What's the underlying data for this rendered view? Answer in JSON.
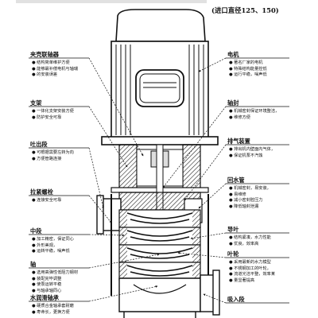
{
  "header_note": "(进口直径125、150)",
  "labels": {
    "coupling": {
      "title": "夹壳联轴器",
      "notes": [
        "结构简单维护方便",
        "能够最补偿电机与轴瑞",
        "的安装误差"
      ]
    },
    "motor": {
      "title": "电机",
      "notes": [
        "著名厂家的电机",
        "特殊结构能量控低",
        "运行平稳，噪声低"
      ]
    },
    "bracket": {
      "title": "支架",
      "notes": [
        "一体化支架安装方便",
        "防护安全可靠"
      ]
    },
    "seal": {
      "title": "轴封",
      "notes": [
        "机械密封保证环境整洁，",
        "维修方便"
      ]
    },
    "outlet": {
      "title": "吐出段",
      "notes": [
        "可根据需要左转为向",
        "方便管路连接"
      ]
    },
    "vent": {
      "title": "排气装置",
      "notes": [
        "排出机内壁面内气体，",
        "保证机泵不汽蚀"
      ]
    },
    "tiebolt": {
      "title": "拉紧螺栓",
      "notes": [
        "连接安全可靠"
      ]
    },
    "returnpipe": {
      "title": "回水管",
      "notes": [
        "机械密封，易安装，",
        "易维修",
        "减小密封腔压力",
        "降低轴封泄漏"
      ]
    },
    "middle": {
      "title": "中段",
      "notes": [
        "加工精密，保证同心",
        "外形美观，",
        "运转平稳，噪声低"
      ]
    },
    "diffuser": {
      "title": "导叶",
      "notes": [
        "结构紧凑，水力性能",
        "优良，效率高"
      ]
    },
    "shaft": {
      "title": "轴",
      "notes": [
        "选用高弹性低阻力钢材",
        "装配完毕调整",
        "使泵运转平稳",
        "与轴承轴同心"
      ]
    },
    "impeller": {
      "title": "叶轮",
      "notes": [
        "采用最新的水力模型",
        "不锈钢加工的叶轮，",
        "流道光洁平整，效率某",
        "量显著提高"
      ]
    },
    "bearing": {
      "title": "水润滑轴承",
      "notes": [
        "硬质合金轴承套耐磨",
        "寿命长，更换方便"
      ]
    },
    "inlet": {
      "title": "吸入段",
      "notes": []
    }
  }
}
